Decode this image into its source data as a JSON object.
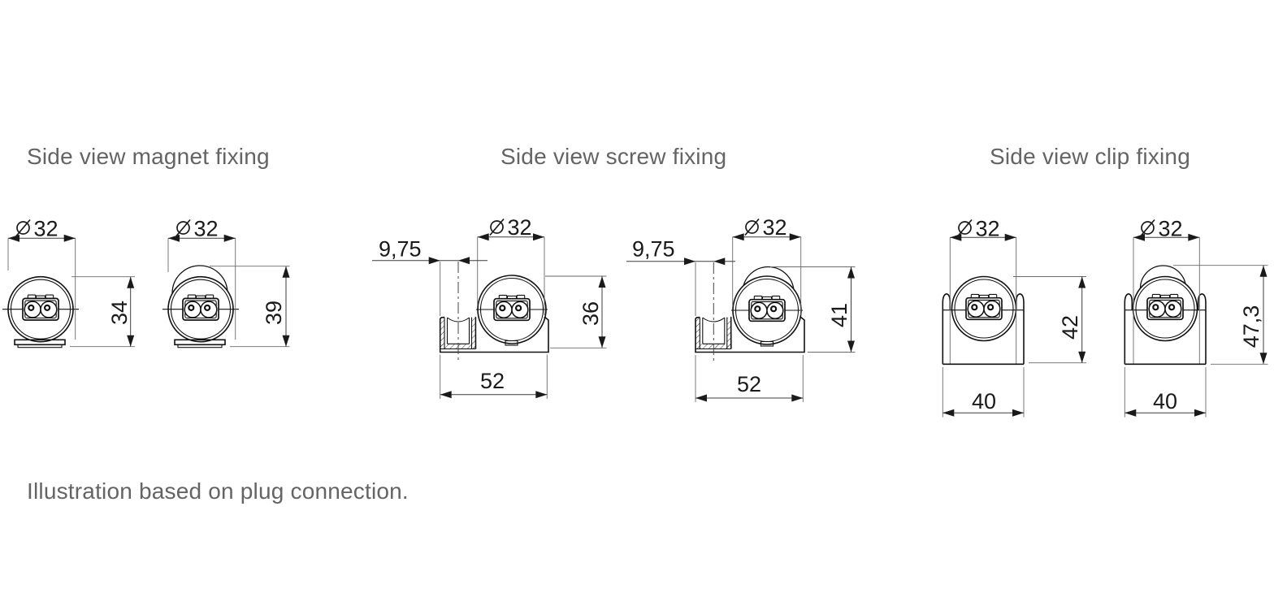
{
  "page": {
    "background": "#ffffff",
    "title_color": "#646464",
    "line_color": "#1a1a1a"
  },
  "sections": [
    {
      "id": "magnet",
      "title": "Side view magnet fixing"
    },
    {
      "id": "screw",
      "title": "Side view screw fixing"
    },
    {
      "id": "clip",
      "title": "Side view clip fixing"
    }
  ],
  "footnote": "Illustration based on plug connection.",
  "dimensions": {
    "magnet_a": {
      "diameter": "32",
      "height": "34"
    },
    "magnet_b": {
      "diameter": "32",
      "height": "39"
    },
    "screw_a": {
      "offset": "9,75",
      "diameter": "32",
      "height": "36",
      "base_width": "52"
    },
    "screw_b": {
      "offset": "9,75",
      "diameter": "32",
      "height": "41",
      "base_width": "52"
    },
    "clip_a": {
      "diameter": "32",
      "height": "42",
      "base_width": "40"
    },
    "clip_b": {
      "diameter": "32",
      "height": "47,3",
      "base_width": "40"
    }
  }
}
